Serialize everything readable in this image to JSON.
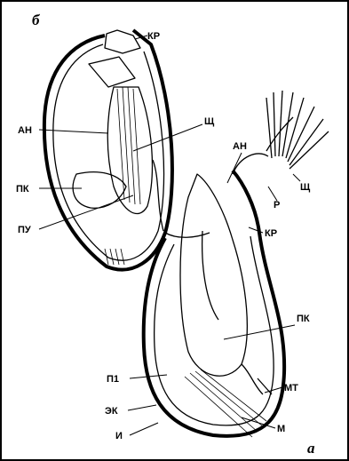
{
  "panels": {
    "b": "б",
    "a": "а"
  },
  "labels": {
    "kr_top": "КР",
    "an_left": "АН",
    "sh_left": "Щ",
    "pk_left": "ПК",
    "pu": "ПУ",
    "an_right": "АН",
    "sh_right": "Щ",
    "r": "Р",
    "kr_right": "КР",
    "pk_right": "ПК",
    "p1": "П1",
    "mt": "МТ",
    "ek": "ЭК",
    "i": "И",
    "m": "М"
  }
}
